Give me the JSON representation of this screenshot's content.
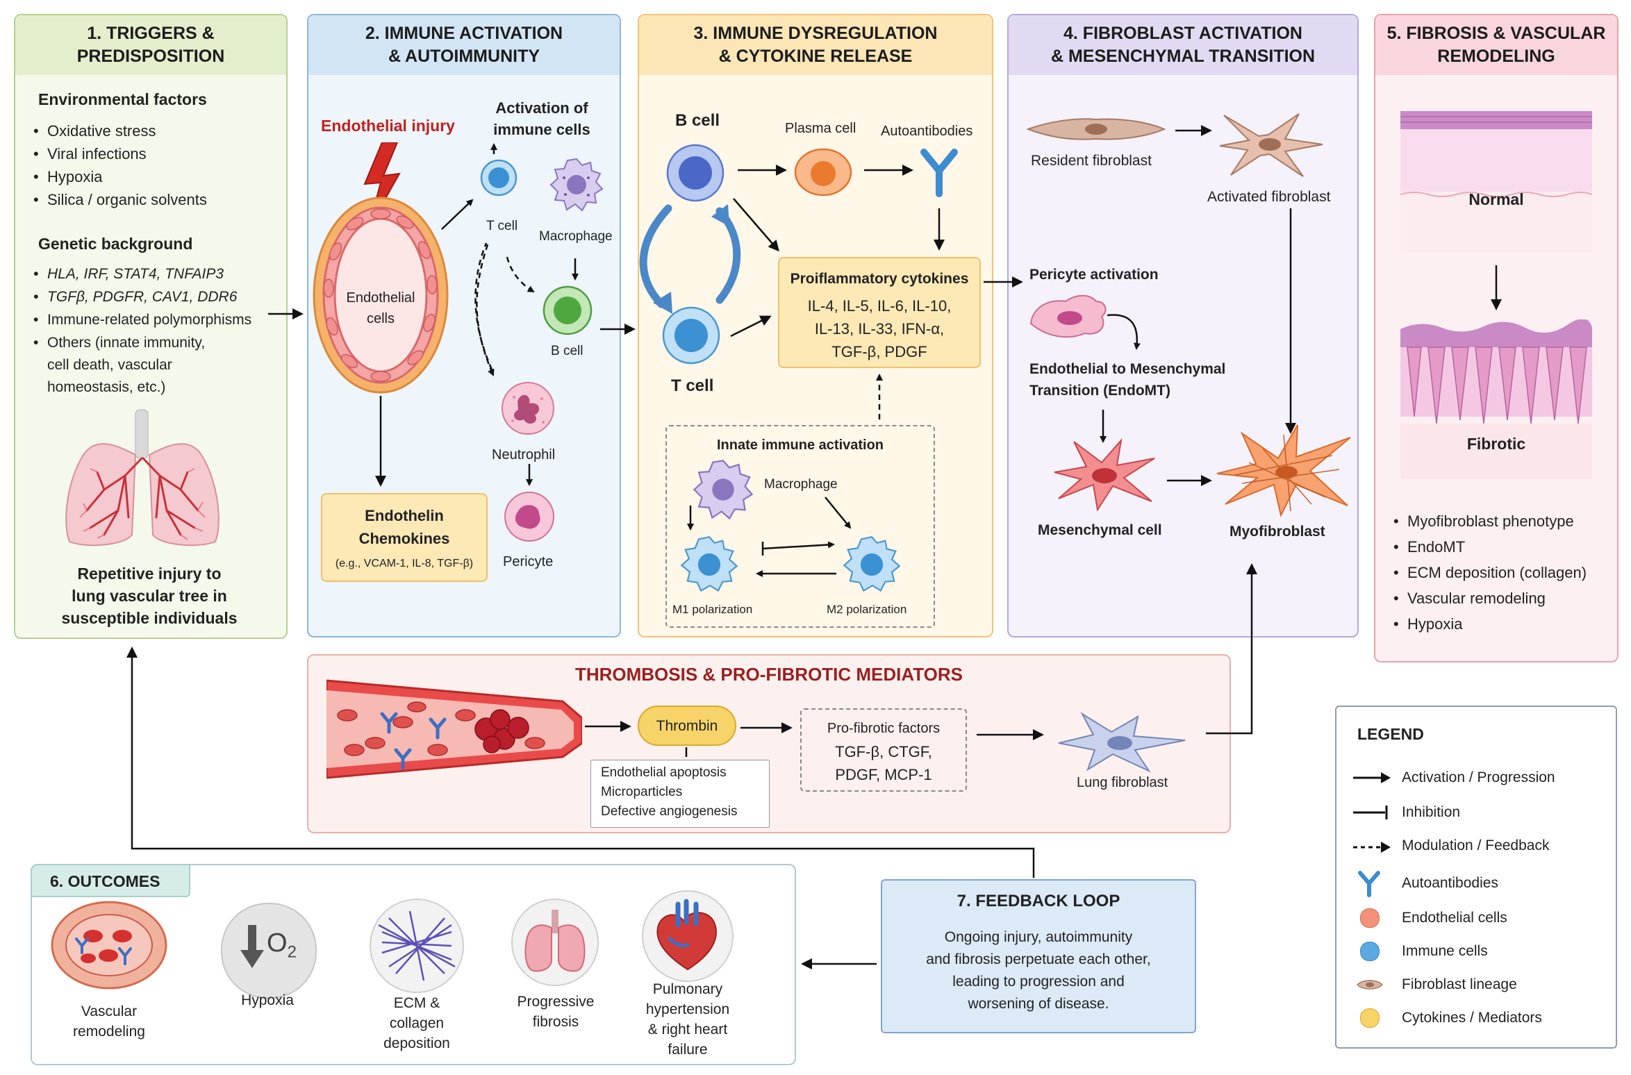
{
  "panel1": {
    "title": "1. TRIGGERS & PREDISPOSITION",
    "env_heading": "Environmental factors",
    "env_items": [
      "Oxidative stress",
      "Viral infections",
      "Hypoxia",
      "Silica / organic solvents"
    ],
    "gen_heading": "Genetic background",
    "gen_items": [
      "HLA, IRF, STAT4, TNFAIP3",
      "TGFβ, PDGFR, CAV1, DDR6",
      "Immune-related polymorphisms",
      "Others (innate immunity,"
    ],
    "gen_cont": [
      "cell death, vascular",
      "homeostasis, etc.)"
    ],
    "footer": "Repetitive injury to\nlung vascular tree in\nsusceptible individuals"
  },
  "panel2": {
    "title": "2. IMMUNE ACTIVATION\n& AUTOIMMUNITY",
    "injury_label": "Endothelial injury",
    "endothelial_cells": "Endothelial\ncells",
    "activation_label": "Activation of\nimmune cells",
    "t_cell": "T cell",
    "macrophage": "Macrophage",
    "b_cell": "B cell",
    "neutrophil": "Neutrophil",
    "pericyte": "Pericyte",
    "endothelin_title": "Endothelin\nChemokines",
    "endothelin_sub": "(e.g., VCAM-1, IL-8, TGF-β)"
  },
  "panel3": {
    "title": "3. IMMUNE DYSREGULATION\n& CYTOKINE RELEASE",
    "b_cell": "B cell",
    "t_cell": "T cell",
    "plasma_cell": "Plasma cell",
    "autoantibodies": "Autoantibodies",
    "cytokines_title": "Proiflammatory cytokines",
    "cytokines_list": "IL-4, IL-5, IL-6, IL-10,\nIL-13, IL-33, IFN-α,\nTGF-β, PDGF",
    "innate_title": "Innate immune activation",
    "macrophage": "Macrophage",
    "m1": "M1 polarization",
    "m2": "M2 polarization"
  },
  "panel4": {
    "title": "4. FIBROBLAST ACTIVATION\n& MESENCHYMAL TRANSITION",
    "resident": "Resident fibroblast",
    "activated": "Activated fibroblast",
    "pericyte_activation": "Pericyte activation",
    "endomt": "Endothelial to Mesenchymal\nTransition (EndoMT)",
    "mesenchymal": "Mesenchymal cell",
    "myofibroblast": "Myofibroblast"
  },
  "panel5": {
    "title": "5. FIBROSIS & VASCULAR\nREMODELING",
    "normal": "Normal",
    "fibrotic": "Fibrotic",
    "items": [
      "Myofibroblast phenotype",
      "EndoMT",
      "ECM deposition (collagen)",
      "Vascular remodeling",
      "Hypoxia"
    ]
  },
  "thrombosis": {
    "title": "THROMBOSIS & PRO-FIBROTIC MEDIATORS",
    "thrombin": "Thrombin",
    "effects": "Endothelial apoptosis\nMicroparticles\nDefective angiogenesis",
    "profibrotic_title": "Pro-fibrotic factors",
    "profibrotic_list": "TGF-β, CTGF,\nPDGF, MCP-1",
    "lung_fibroblast": "Lung fibroblast"
  },
  "outcomes": {
    "title": "6. OUTCOMES",
    "items": [
      {
        "label": "Vascular\nremodeling",
        "icon": "vessel-icon"
      },
      {
        "label": "Hypoxia",
        "icon": "o2-icon"
      },
      {
        "label": "ECM &\ncollagen\ndeposition",
        "icon": "collagen-icon"
      },
      {
        "label": "Progressive\nfibrosis",
        "icon": "lungs-icon"
      },
      {
        "label": "Pulmonary\nhypertension\n& right heart\nfailure",
        "icon": "heart-icon"
      }
    ],
    "o2": "O",
    "o2_sub": "2"
  },
  "feedback": {
    "title": "7. FEEDBACK LOOP",
    "text": "Ongoing injury, autoimmunity\nand fibrosis perpetuate each other,\nleading to progression and\nworsening of disease."
  },
  "legend": {
    "title": "LEGEND",
    "rows": [
      {
        "label": "Activation / Progression",
        "symbol": "arrow"
      },
      {
        "label": "Inhibition",
        "symbol": "inhibition"
      },
      {
        "label": "Modulation / Feedback",
        "symbol": "dashed-arrow"
      },
      {
        "label": "Autoantibodies",
        "symbol": "antibody"
      },
      {
        "label": "Endothelial cells",
        "symbol": "dot",
        "color": "#f4917a"
      },
      {
        "label": "Immune cells",
        "symbol": "dot",
        "color": "#5aa9e0"
      },
      {
        "label": "Fibroblast lineage",
        "symbol": "spindle",
        "color": "#c89a86"
      },
      {
        "label": "Cytokines / Mediators",
        "symbol": "dot",
        "color": "#f6d46a"
      }
    ]
  },
  "colors": {
    "panel1": "#f5f9ec",
    "panel1_head": "#e3efcc",
    "panel1_border": "#b6cf8e",
    "panel2": "#eef5fb",
    "panel2_head": "#d2e5f5",
    "panel2_border": "#8db6dc",
    "panel3": "#fff7e8",
    "panel3_head": "#fde6b6",
    "panel3_border": "#f0c477",
    "panel4": "#f5f2fb",
    "panel4_head": "#e2daf2",
    "panel4_border": "#b7a7dc",
    "panel5": "#fdf0f2",
    "panel5_head": "#f9d6dc",
    "panel5_border": "#eaa2ae",
    "thrombosis": "#fdf1ef",
    "thrombosis_border": "#ebb0a8",
    "feedback": "#dce9f7",
    "feedback_border": "#7fa6cf",
    "injury_red": "#c0211f",
    "cytokine_box": "#fde9b6"
  }
}
